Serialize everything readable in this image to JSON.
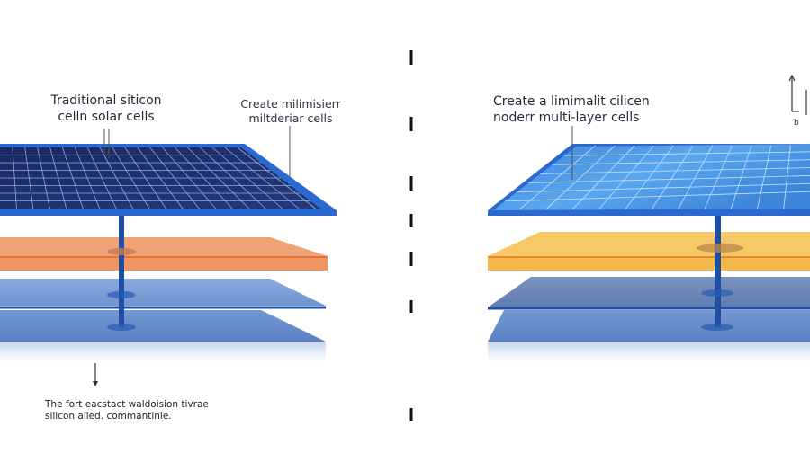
{
  "labels": {
    "left_title_line1": "Traditional siticon",
    "left_title_line2": "celln solar cells",
    "mid_title_line1": "Create milimisierr",
    "mid_title_line2": "miltderiar cells",
    "right_title_line1": "Create a limimalit cilicen",
    "right_title_line2": "noderr multi-layer cells",
    "note_line1": "The fort eacstact waldoision tivrae",
    "note_line2": "silicon alied. commantinle.",
    "corner_mark": "b"
  },
  "colors": {
    "background": "#ffffff",
    "left_panel": "#1e2f6e",
    "left_panel_frame": "#2a6ad0",
    "right_panel": "#3f8fe0",
    "orange_layer": "#ef9a6b",
    "yellow_layer": "#f7c461",
    "blue_layer": "#7d9fd6",
    "grey_blue_layer": "#6c86b6",
    "pillar": "#1f4fa3",
    "divider": "#111111"
  },
  "icons": {
    "divider": "dashed-vertical-line",
    "pointer": "down-arrow-icon",
    "corner": "bracket-arrow-icon"
  }
}
